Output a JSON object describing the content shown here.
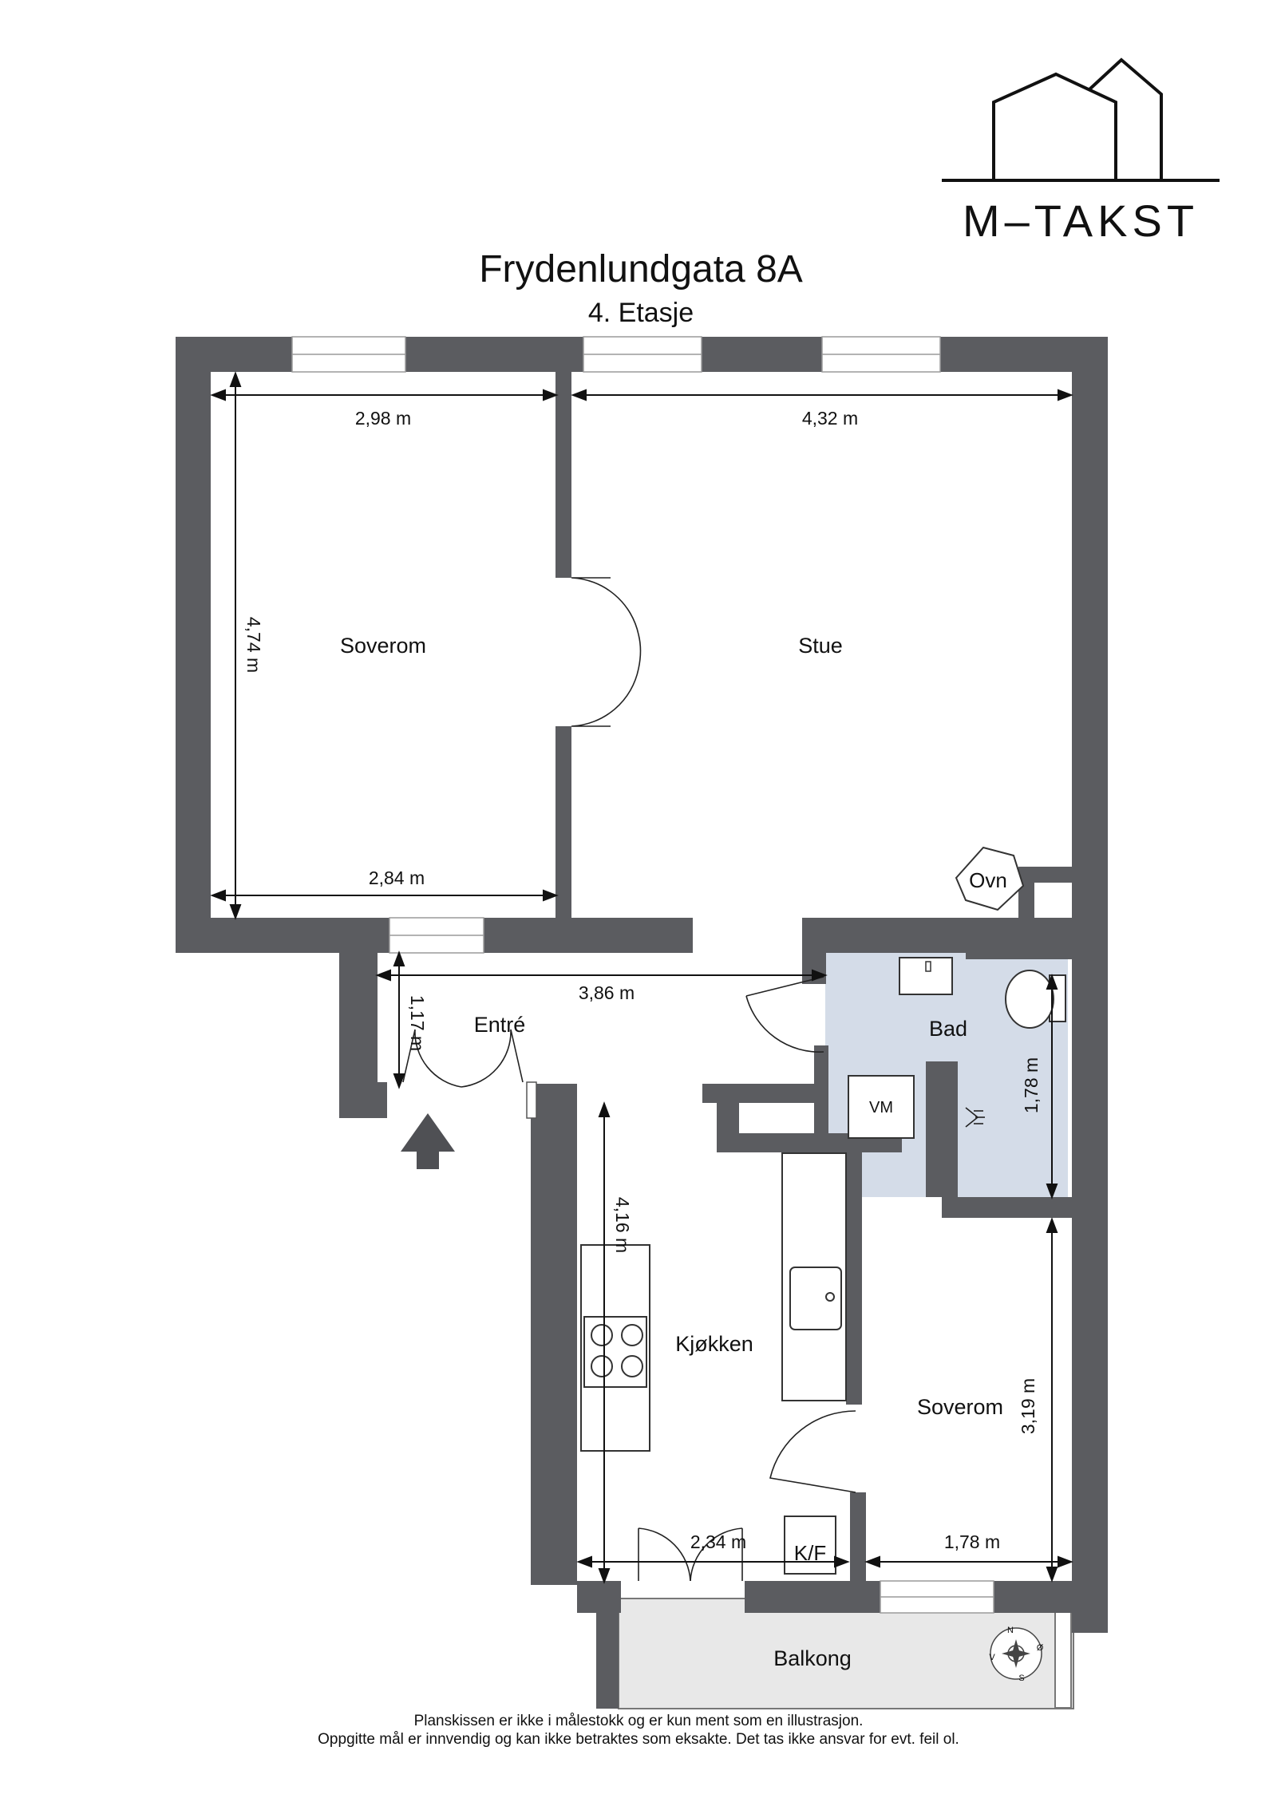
{
  "brand": {
    "name": "M–TAKST"
  },
  "header": {
    "title": "Frydenlundgata 8A",
    "subtitle": "4. Etasje"
  },
  "rooms": {
    "soverom_1": "Soverom",
    "stue": "Stue",
    "entre": "Entré",
    "bad": "Bad",
    "kjokken": "Kjøkken",
    "soverom_2": "Soverom",
    "balkong": "Balkong"
  },
  "fixtures": {
    "ovn": "Ovn",
    "vm": "VM",
    "kf": "K/F"
  },
  "dimensions": {
    "soverom_top_width": "2,98 m",
    "soverom_bottom_width": "2,84 m",
    "soverom_height": "4,74 m",
    "stue_width": "4,32 m",
    "entre_width": "3,86 m",
    "entre_height": "1,17 m",
    "bad_height": "1,78 m",
    "kjokken_height": "4,16 m",
    "kjokken_width": "2,34 m",
    "soverom2_width": "1,78 m",
    "soverom2_height": "3,19 m"
  },
  "compass": {
    "labels": [
      "N",
      "S",
      "Ø",
      "V"
    ]
  },
  "colors": {
    "wall": "#5b5c60",
    "bathroom": "#d4dce8",
    "balcony": "#e8e8e8"
  },
  "footer": {
    "line1": "Planskissen er ikke i målestokk og er kun ment som en illustrasjon.",
    "line2": "Oppgitte mål er innvendig og kan ikke betraktes som eksakte. Det tas ikke ansvar for evt. feil ol."
  }
}
